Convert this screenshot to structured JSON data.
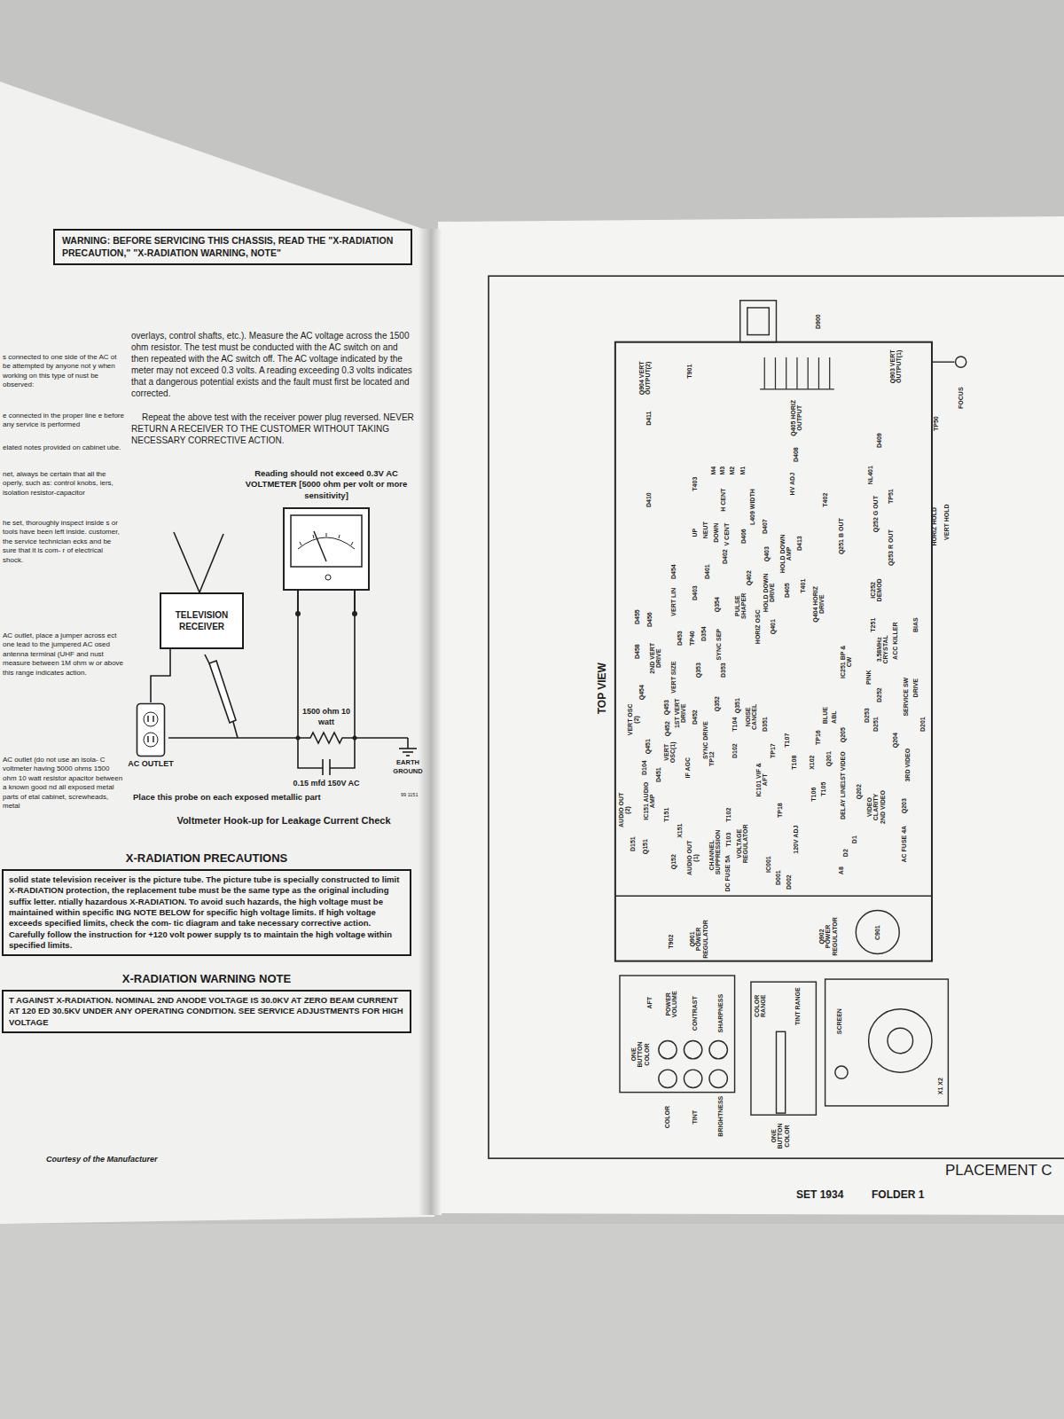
{
  "diagram": {
    "caption": "Voltmeter Hook-up for Leakage Current Check",
    "nodes": [
      {
        "text": [
          "WARNING: BEFORE SERVICING THIS CHASSIS, READ THE \"X-RADIATION PRECAUTION,\" \"X-RADIATION WARNING, NOTE\""
        ]
      },
      {
        "text": [
          "TELEVISION RECEIVER"
        ]
      },
      {
        "text": [
          "Reading should not exceed 0.3V AC VOLTMETER [5000 ohm per volt or more sensitivity]"
        ]
      },
      {
        "text": [
          "AC OUTLET"
        ]
      },
      {
        "text": [
          "X-RADIATION PRECAUTIONS",
          "solid state television receiver is the picture tube. The picture tube is specially constructed to limit X-RADIATION protection, the replacement tube must be the same type as the original including suffix letter. ntially hazardous X-RADIATION. To avoid such hazards, the high voltage must be maintained within specific ING NOTE BELOW for specific high voltage limits. If high voltage exceeds specified limits, check the com- tic diagram and take necessary corrective action. Carefully follow the instruction for +120 volt power supply ts to maintain the high voltage within specified limits."
        ]
      },
      {
        "text": [
          "X-RADIATION WARNING NOTE",
          "T AGAINST X-RADIATION. NOMINAL 2ND ANODE VOLTAGE IS 30.0KV AT ZERO BEAM CURRENT AT 120 ED 30.5KV UNDER ANY OPERATING CONDITION. SEE SERVICE ADJUSTMENTS FOR HIGH VOLTAGE"
        ]
      },
      {
        "text": [
          "TOP VIEW"
        ]
      }
    ],
    "edges": [
      {
        "from": 1,
        "to": 3,
        "arrow": "none"
      }
    ],
    "labels": [
      "s connected to one side of the AC ot be attempted by anyone not y when working on this type of nust be observed:",
      "e connected in the proper line e before any service is performed",
      "elated notes provided on cabinet ube.",
      "net, always be certain that all the operly, such as: control knobs, iers, isolation resistor-capacitor",
      "he set, thoroughly inspect inside s or tools have been left inside. customer, the service technician ecks and be sure that it is com- r of electrical shock.",
      "AC outlet, place a jumper across ect one lead to the jumpered AC osed antenna terminal (UHF and nust measure between 1M ohm w or above this range indicates action.",
      "AC outlet (do not use an isola- C voltmeter having 5000 ohms 1500 ohm 10 watt resistor apacitor between a known good nd all exposed metal parts of etal cabinet, screwheads, metal",
      "overlays, control shafts, etc.). Measure the AC voltage across the 1500 ohm resistor. The test must be conducted with the AC switch on and then repeated with the AC switch off. The AC voltage indicated by the meter may not exceed 0.3 volts. A reading exceeding 0.3 volts indicates that a dangerous potential exists and the fault must first be located and corrected.",
      "Repeat the above test with the receiver power plug reversed. NEVER RETURN A RECEIVER TO THE CUSTOMER WITHOUT TAKING NECESSARY CORRECTIVE ACTION.",
      "1500 ohm 10 watt",
      "0.15 mfd 150V AC",
      "EARTH GROUND",
      "Place this probe on each exposed metallic part",
      "99 1151",
      "Courtesy of the Manufacturer",
      "PLACEMENT C",
      "SET 1934",
      "FOLDER 1",
      "Q904 VERT OUTPUT(2)",
      "T901",
      "D411",
      "D900",
      "Q405 HORIZ OUTPUT",
      "Q903 VERT OUTPUT(1)",
      "FOCUS",
      "T403",
      "D410",
      "M4",
      "M3",
      "M2",
      "M1",
      "H CENT",
      "L409 WIDTH",
      "D408",
      "HV ADJ",
      "D409",
      "TP50",
      "NL401",
      "T402",
      "Q252 G OUT",
      "TP51",
      "Q251 B OUT",
      "Q253 R OUT",
      "HORIZ HOLD",
      "VERT HOLD",
      "UP",
      "NEUT",
      "DOWN",
      "V CENT",
      "D406",
      "D407",
      "D401",
      "D402",
      "Q402",
      "Q403",
      "HOLD DOWN DRIVE",
      "HOLD DOWN AMP",
      "D413",
      "D405",
      "T401",
      "Q404 HORIZ DRIVE",
      "IC252 DEMOD",
      "T251",
      "BIAS",
      "DRIVE",
      "D455",
      "D456",
      "D454",
      "VERT LIN",
      "D403",
      "Q354",
      "PULSE SHAPER",
      "HORIZ OSC",
      "Q401",
      "ACC KILLER",
      "3.58MHz CRYSTAL",
      "PINK",
      "IC251 BP & CW",
      "D458",
      "2ND VERT DRIVE",
      "Q454",
      "VERT SIZE",
      "D453",
      "TP40",
      "D354",
      "SYNC SEP",
      "Q353",
      "D353",
      "Q453",
      "1ST VERT DRIVE",
      "D452",
      "Q352",
      "SYNC DRIVE",
      "Q351",
      "NOISE CANCEL",
      "D351",
      "BLUE",
      "ABL",
      "TP16",
      "D253",
      "D251",
      "D252",
      "SERVICE SW",
      "D201",
      "Q204",
      "3RD VIDEO",
      "VERT OSC (2)",
      "Q451",
      "Q452",
      "VERT OSC(1)",
      "D104",
      "D451",
      "IF AGC",
      "TP12",
      "D102",
      "T104",
      "T107",
      "T108",
      "X102",
      "Q201",
      "Q205",
      "1ST VIDEO",
      "IC151 AUDIO AMP",
      "T151",
      "X151",
      "Q151",
      "D151",
      "AUDIO OUT (2)",
      "AUDIO OUT (1)",
      "Q152",
      "T102",
      "T103",
      "CHANNEL SUPPRESSION",
      "VOLTAGE REGULATOR",
      "IC101 VIF & AFT",
      "TP18",
      "TP17",
      "IC001",
      "120V ADJ",
      "T106",
      "T105",
      "DELAY LINE",
      "Q202",
      "VIDEO CLARITY 2ND VIDEO",
      "Q203",
      "AC FUSE 4A",
      "D1",
      "D2",
      "A8",
      "DC FUSE 5A",
      "D001",
      "D002",
      "Q901 POWER REGULATOR",
      "T902",
      "Q902 POWER REGULATOR",
      "C901",
      "AFT",
      "POWER VOLUME",
      "ONE BUTTON COLOR",
      "CONTRAST",
      "SHARPNESS",
      "COLOR",
      "TINT",
      "BRIGHTNESS",
      "COLOR RANGE",
      "TINT RANGE",
      "ONE BUTTON COLOR",
      "SCREEN",
      "X1 X2"
    ]
  }
}
